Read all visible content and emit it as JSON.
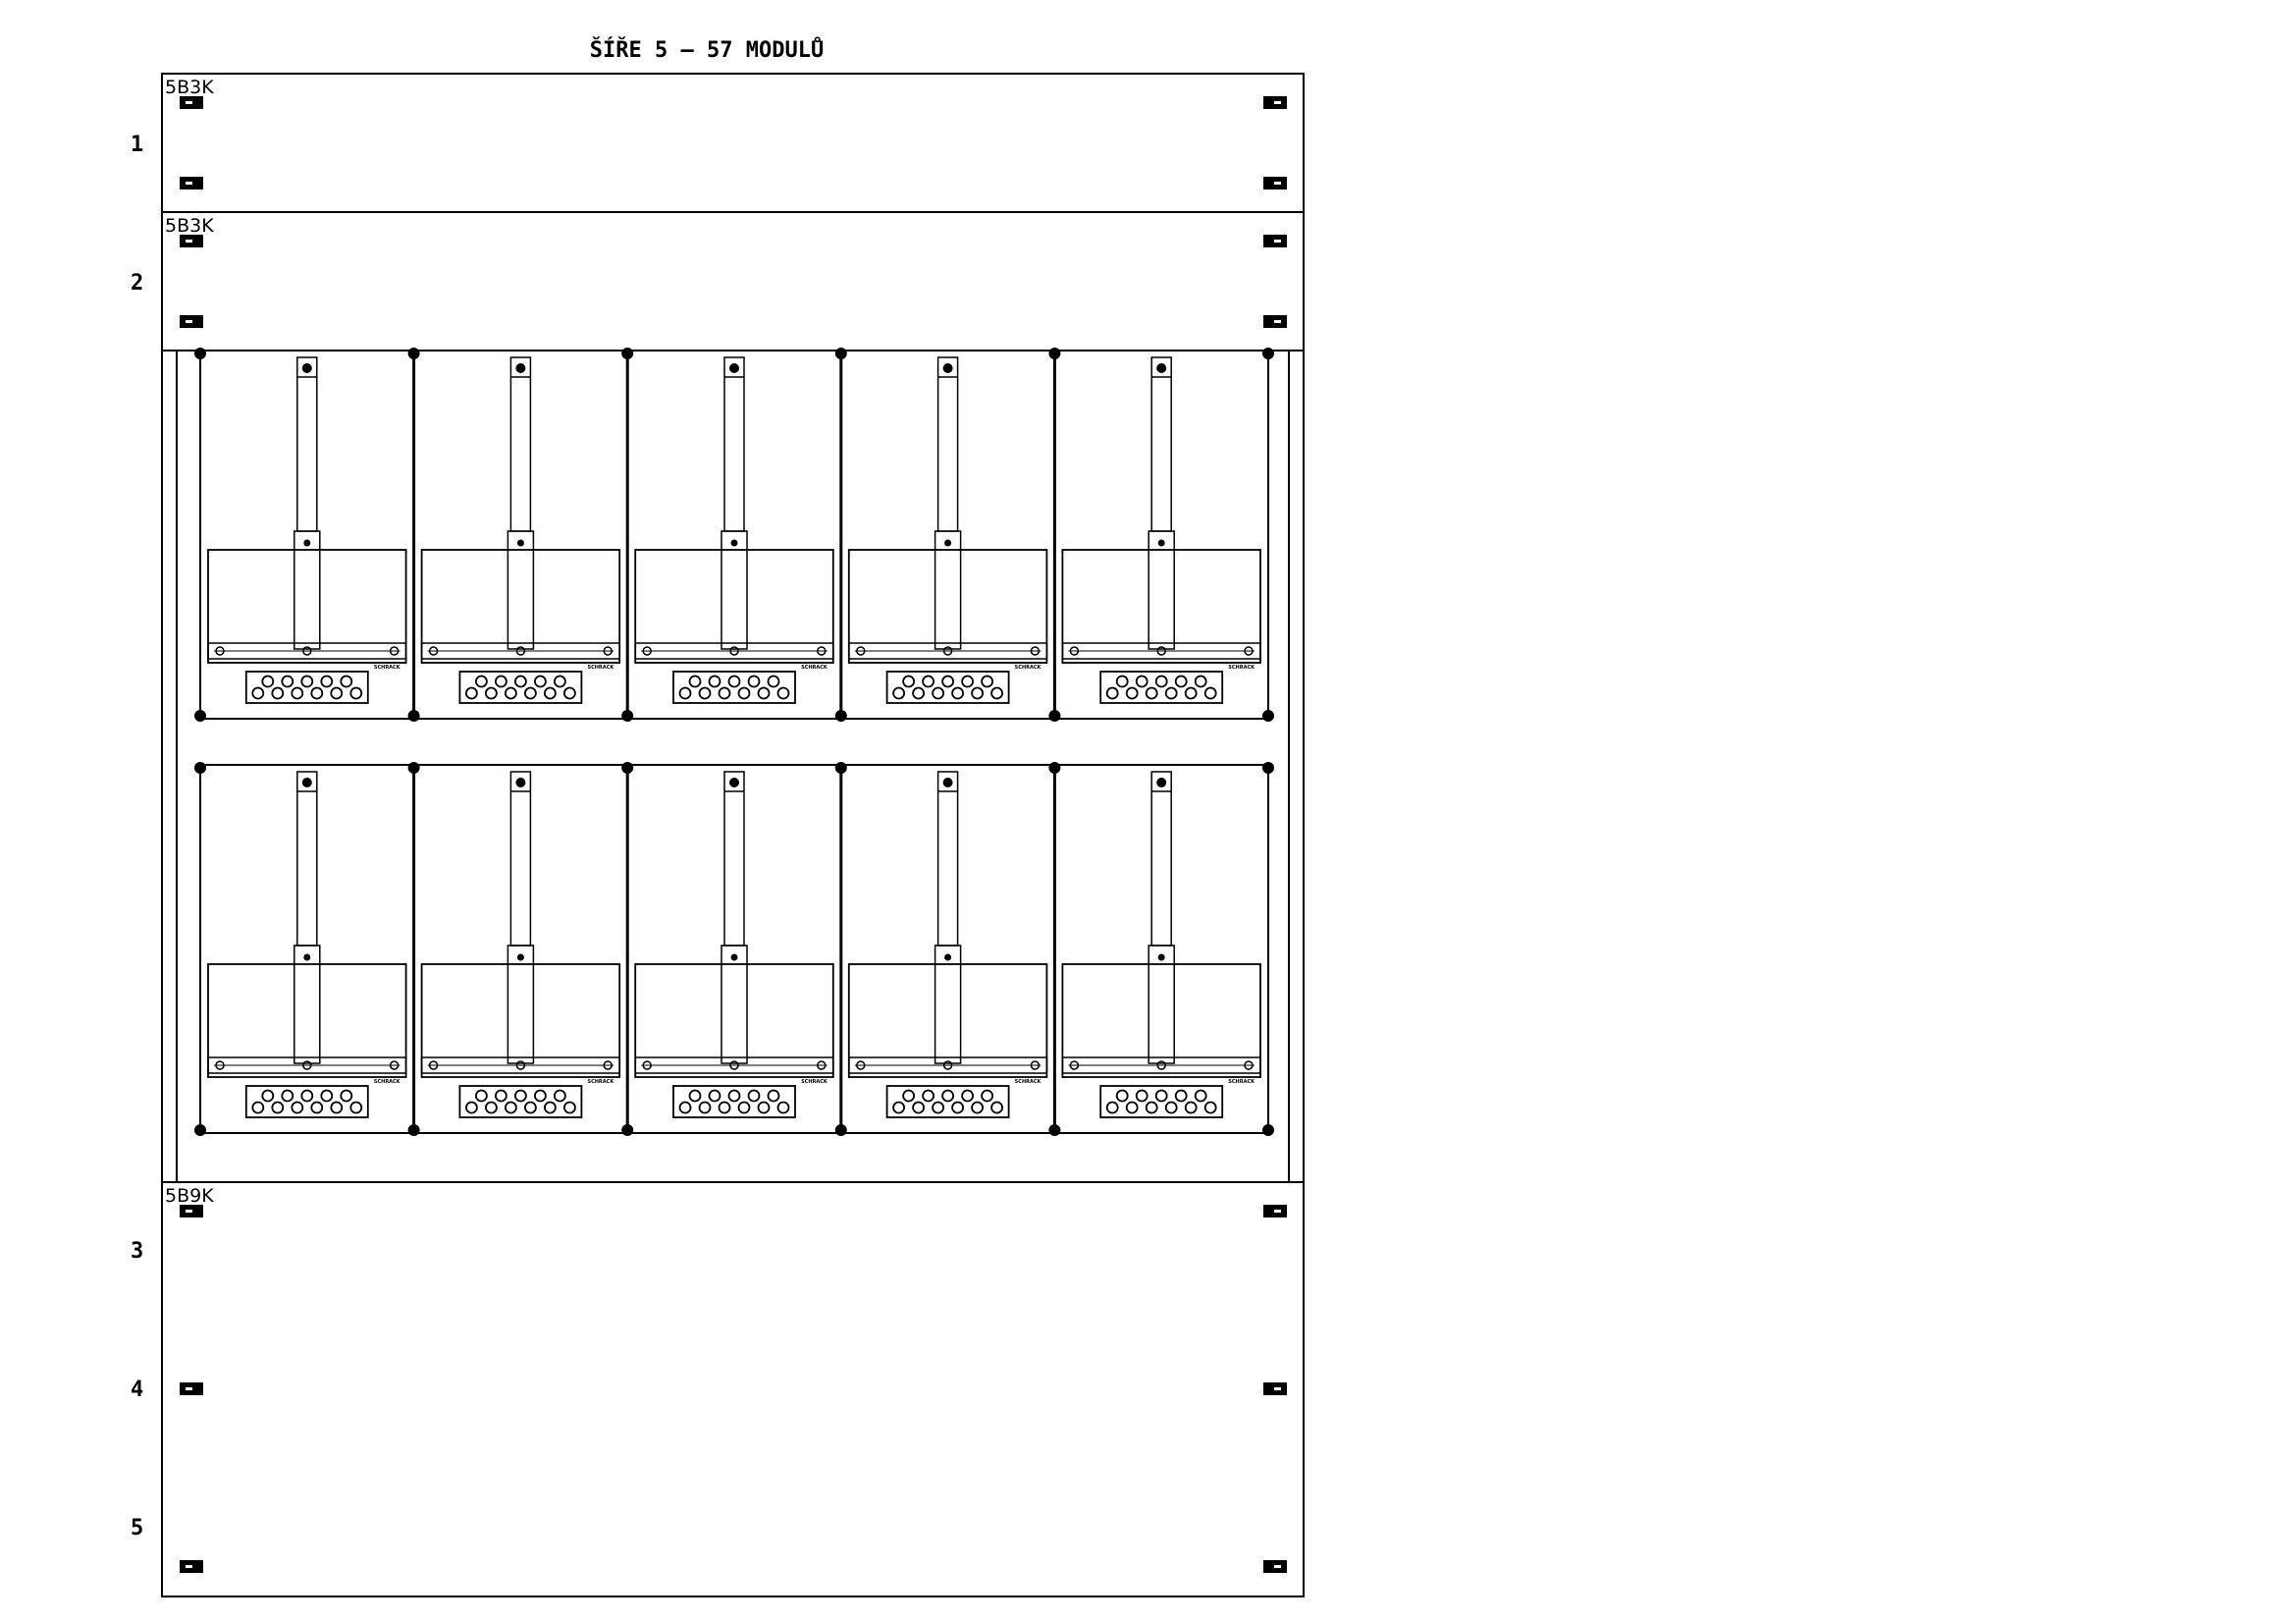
{
  "title": "ŠÍŘE 5 – 57 MODULŮ",
  "row_numbers": [
    "1",
    "2",
    "3",
    "4",
    "5"
  ],
  "panels": [
    {
      "code": "5B3K"
    },
    {
      "code": "5B3K"
    },
    {
      "code": "5B9K"
    }
  ],
  "meter_grid": {
    "rows": 2,
    "columns": 5,
    "brand": "SCHRACK"
  },
  "colors": {
    "line": "#000000",
    "background": "#ffffff"
  }
}
